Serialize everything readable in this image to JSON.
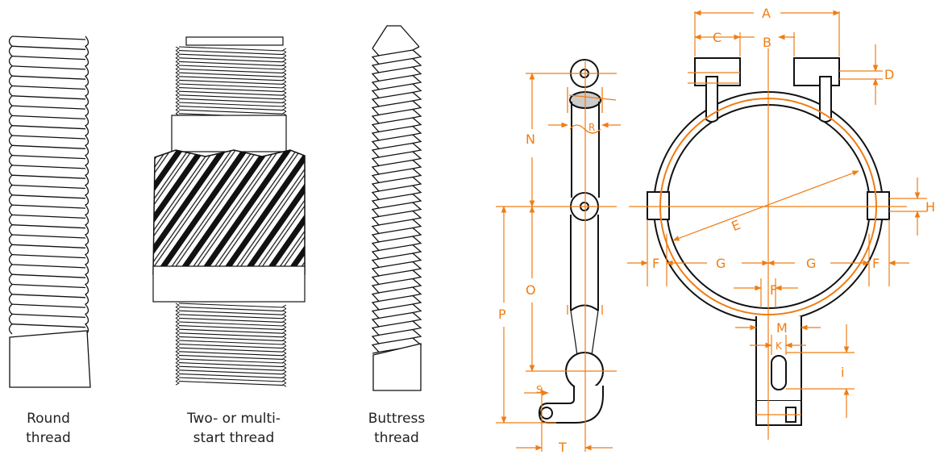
{
  "colors": {
    "accent": "#f07d14",
    "ink": "#111111",
    "caption": "#222222"
  },
  "threads": {
    "round": {
      "line1": "Round",
      "line2": "thread"
    },
    "multi": {
      "line1": "Two- or multi-",
      "line2": "start thread"
    },
    "buttress": {
      "line1": "Buttress",
      "line2": "thread"
    }
  },
  "dimensions": {
    "A": "A",
    "B": "B",
    "C": "C",
    "D": "D",
    "E": "E",
    "F_left": "F",
    "F_right": "F",
    "F_center": "F",
    "G_left": "G",
    "G_right": "G",
    "H": "H",
    "i": "i",
    "K": "K",
    "M": "M",
    "N": "N",
    "O": "O",
    "P": "P",
    "R": "R",
    "S": "S",
    "T": "T"
  }
}
